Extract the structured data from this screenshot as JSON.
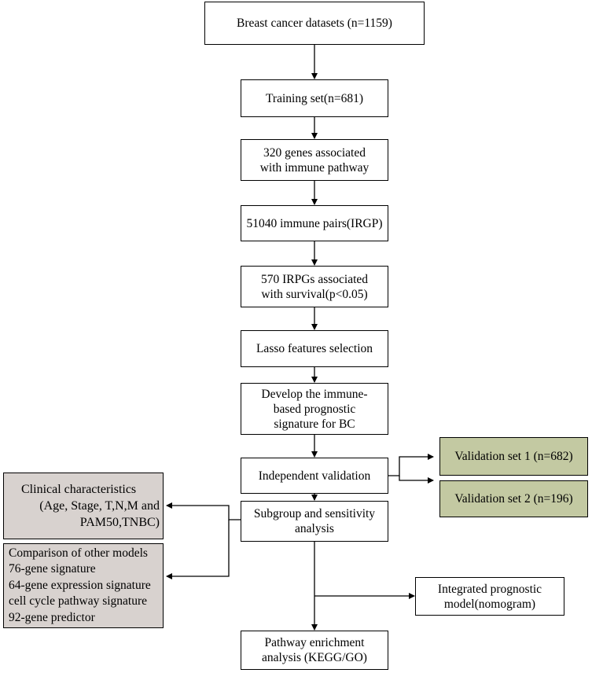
{
  "nodes": {
    "datasets": "Breast cancer datasets (n=1159)",
    "training": "Training set(n=681)",
    "genes": [
      "320 genes associated",
      "with immune pathway"
    ],
    "pairs": "51040 immune pairs(IRGP)",
    "irpgs": [
      "570 IRPGs associated",
      "with survival(p<0.05)"
    ],
    "lasso": "Lasso features selection",
    "develop": [
      "Develop the immune-",
      "based prognostic",
      "signature for BC"
    ],
    "validation": "Independent validation",
    "val1": "Validation set 1 (n=682)",
    "val2": "Validation set 2 (n=196)",
    "subgroup": [
      "Subgroup and sensitivity",
      "analysis"
    ],
    "clinical": [
      "Clinical characteristics",
      "(Age, Stage, T,N,M and",
      "PAM50,TNBC)"
    ],
    "comparison": [
      "Comparison of other models",
      "76-gene signature",
      "64-gene expression signature",
      "cell cycle pathway signature",
      "92-gene predictor"
    ],
    "nomogram": [
      "Integrated prognostic",
      "model(nomogram)"
    ],
    "pathway": [
      "Pathway enrichment",
      "analysis (KEGG/GO)"
    ]
  },
  "colors": {
    "validation_fill": "#c3c9a2",
    "side_fill": "#d8d2cf",
    "line": "#000000"
  }
}
